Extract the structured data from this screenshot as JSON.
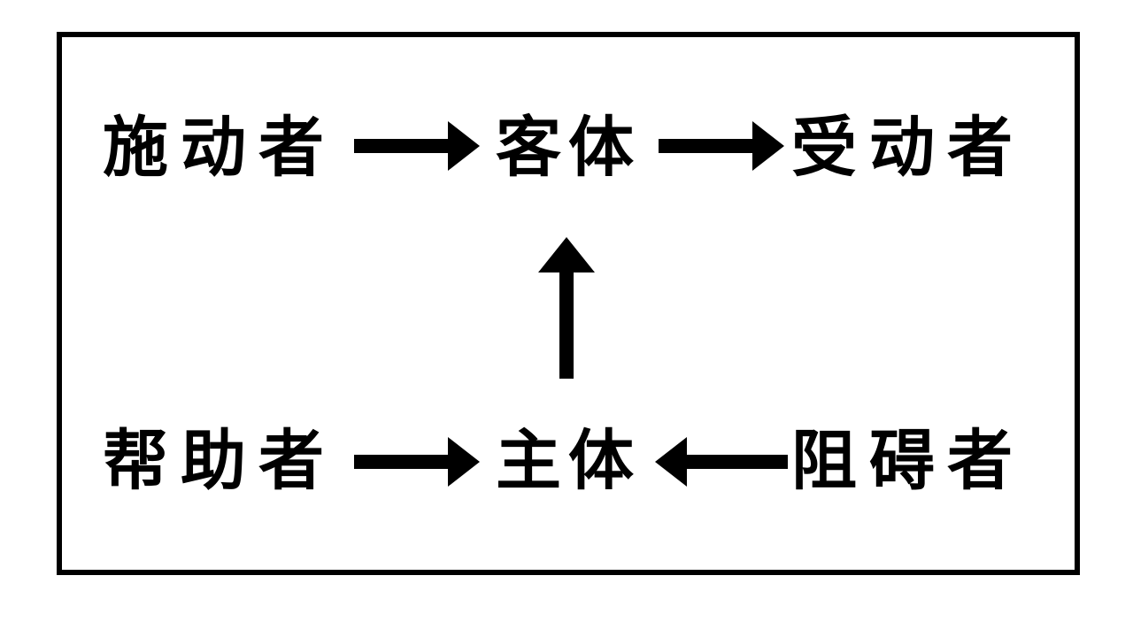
{
  "diagram": {
    "nodes": {
      "agent": "施动者",
      "object": "客体",
      "recipient": "受动者",
      "helper": "帮助者",
      "subject": "主体",
      "opponent": "阻碍者"
    },
    "edges": [
      {
        "from": "agent",
        "to": "object"
      },
      {
        "from": "object",
        "to": "recipient"
      },
      {
        "from": "subject",
        "to": "object"
      },
      {
        "from": "helper",
        "to": "subject"
      },
      {
        "from": "opponent",
        "to": "subject"
      }
    ],
    "colors": {
      "stroke": "#000000",
      "background": "#ffffff"
    }
  }
}
